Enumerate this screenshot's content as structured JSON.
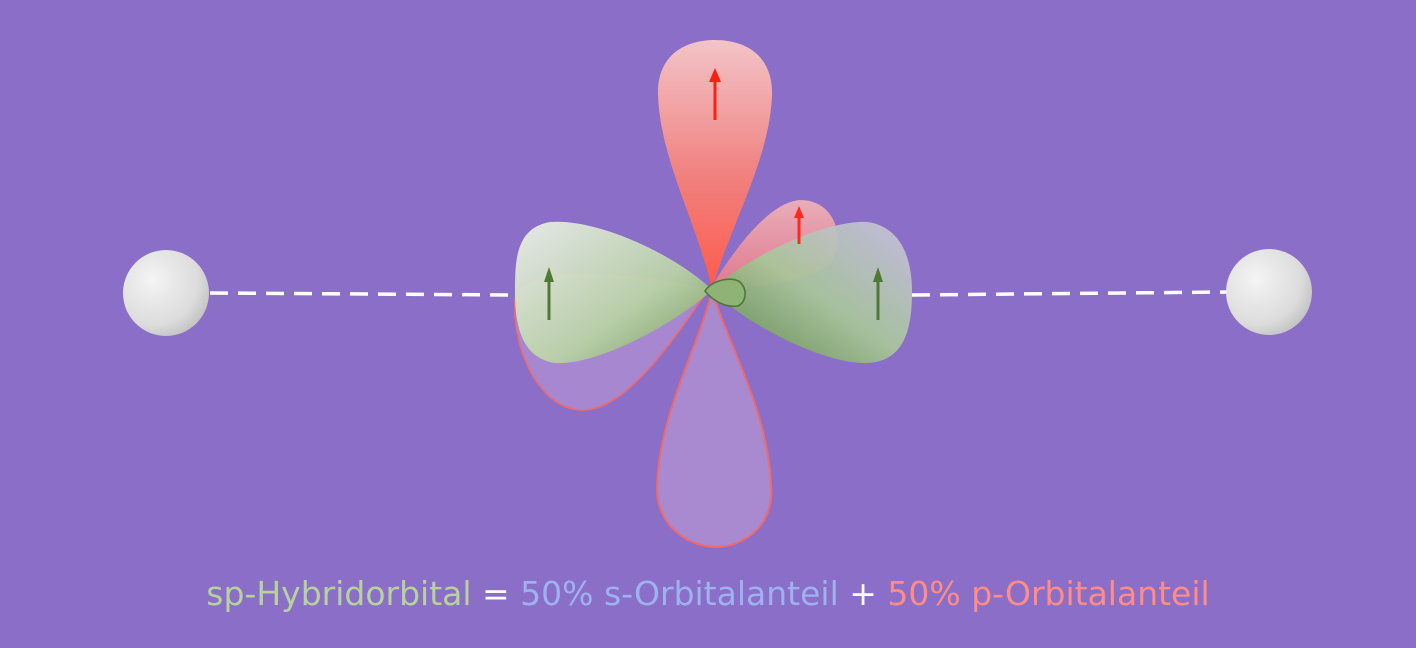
{
  "caption": {
    "sp_label": "sp-Hybridorbital",
    "equals": " = ",
    "s_part": "50% s-Orbitalanteil",
    "plus": " + ",
    "p_part": "50% p-Orbitalanteil"
  },
  "colors": {
    "background": "#8a6ec8",
    "sp_hybrid": "#b6d39c",
    "s_orbital": "#9eb2ee",
    "p_orbital": "#ff8c86",
    "atom": "#e6e6e6",
    "bond_line": "#ffffff",
    "arrow_red": "#ff2a1a",
    "arrow_green": "#4f7a34"
  },
  "icons": {
    "left_atom": "sphere",
    "right_atom": "sphere",
    "electron_spin": "up-arrow"
  }
}
